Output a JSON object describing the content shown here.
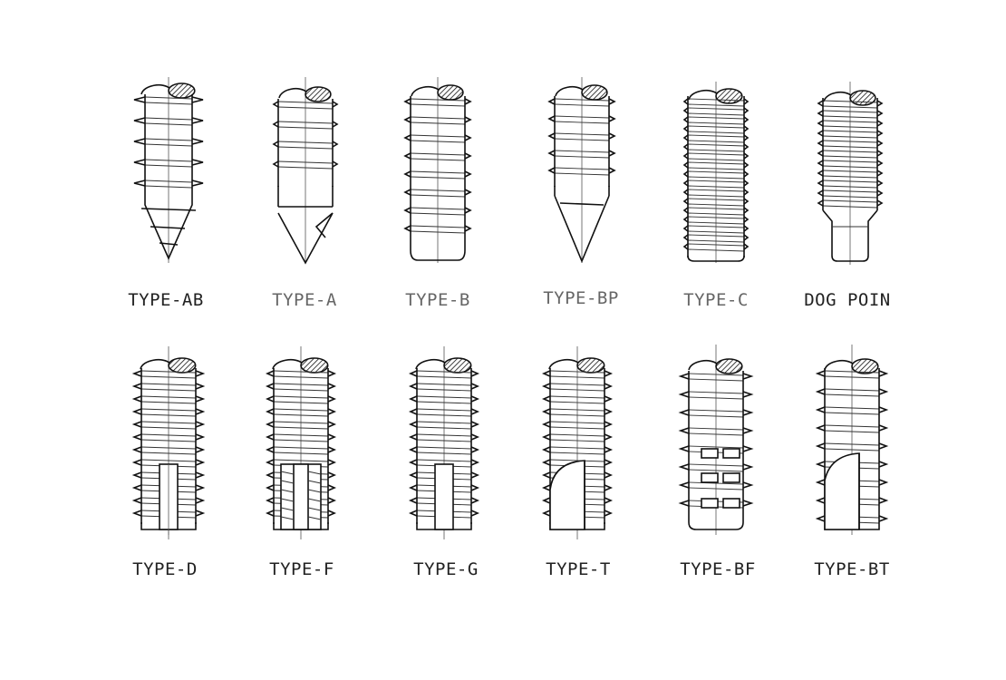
{
  "screws": [
    {
      "id": "ab",
      "label": "TYPE-AB"
    },
    {
      "id": "a",
      "label": "TYPE-A"
    },
    {
      "id": "b",
      "label": "TYPE-B"
    },
    {
      "id": "bp",
      "label": "TYPE-BP"
    },
    {
      "id": "c",
      "label": "TYPE-C"
    },
    {
      "id": "dog",
      "label": "DOG POIN"
    },
    {
      "id": "d",
      "label": "TYPE-D"
    },
    {
      "id": "f",
      "label": "TYPE-F"
    },
    {
      "id": "g",
      "label": "TYPE-G"
    },
    {
      "id": "t",
      "label": "TYPE-T"
    },
    {
      "id": "bf",
      "label": "TYPE-BF"
    },
    {
      "id": "bt",
      "label": "TYPE-BT"
    }
  ]
}
